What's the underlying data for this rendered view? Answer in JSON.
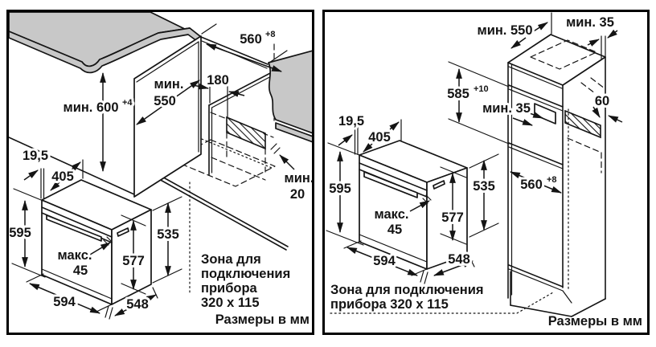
{
  "left_panel": {
    "dim_min600": {
      "main": "мин. 600",
      "sup": "+4"
    },
    "dim_560": {
      "main": "560",
      "sup": "+8"
    },
    "dim_min550": {
      "line1": "мин.",
      "line2": "550"
    },
    "dim_180": "180",
    "dim_min20": {
      "line1": "мин.",
      "line2": "20"
    },
    "dim_19_5": "19,5",
    "dim_405": "405",
    "dim_595": "595",
    "dim_max45": {
      "line1": "макс.",
      "line2": "45"
    },
    "dim_577": "577",
    "dim_535": "535",
    "dim_594": "594",
    "dim_548": "548",
    "zone_lines": [
      "Зона для",
      "подключения",
      "прибора",
      "320 x 115"
    ],
    "units": "Размеры в мм"
  },
  "right_panel": {
    "dim_min550": "мин. 550",
    "dim_min35_top": "мин. 35",
    "dim_585": {
      "main": "585",
      "sup": "+10"
    },
    "dim_min35_mid": "мин. 35",
    "dim_60": "60",
    "dim_560": {
      "main": "560",
      "sup": "+8"
    },
    "dim_19_5": "19,5",
    "dim_405": "405",
    "dim_595": "595",
    "dim_max45": {
      "line1": "макс.",
      "line2": "45"
    },
    "dim_577": "577",
    "dim_535": "535",
    "dim_594": "594",
    "dim_548": "548",
    "zone_lines": [
      "Зона для подключения",
      "прибора 320 x 115"
    ],
    "units": "Размеры в мм"
  },
  "colors": {
    "line": "#141414",
    "counter_fill": "#c8c8c8",
    "background": "#ffffff"
  }
}
